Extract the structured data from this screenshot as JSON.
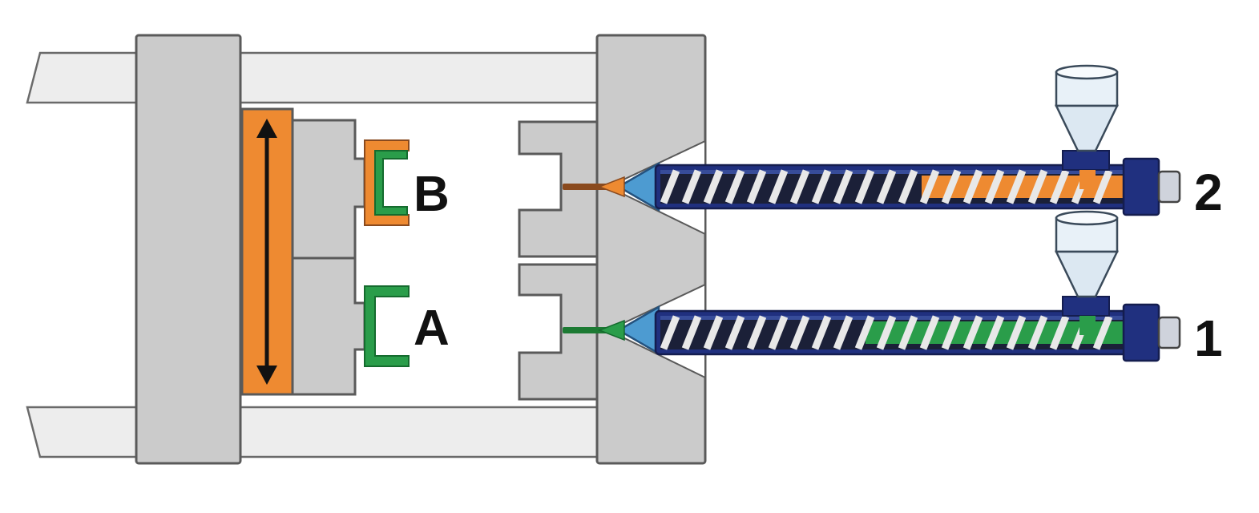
{
  "diagram": {
    "labels": {
      "station_b": "B",
      "station_a": "A",
      "unit_2": "2",
      "unit_1": "1"
    },
    "colors": {
      "background": "#ffffff",
      "machine_gray": "#cbcbcb",
      "tie_bar_gray": "#ededed",
      "outline_gray": "#5a5a5a",
      "rotary_plate_orange": "#ee8a31",
      "component_orange": "#ee8a31",
      "component_green": "#2a9d4a",
      "sprue_brown": "#8a4a1e",
      "sprue_green": "#1c7a33",
      "nozzle_blue": "#4d9bd1",
      "nozzle_blue_dark": "#24527e",
      "barrel_navy": "#20307f",
      "barrel_dark_outline": "#141d4f",
      "barrel_interior": "#1b2038",
      "barrel_highlight": "#3e57b2",
      "screw_flight_white": "#e8e8e8",
      "hopper_light": "#e8f1f8",
      "hopper_outline": "#3a4a5a",
      "shaft_gray": "#cfd3dc",
      "label_black": "#111111"
    }
  }
}
